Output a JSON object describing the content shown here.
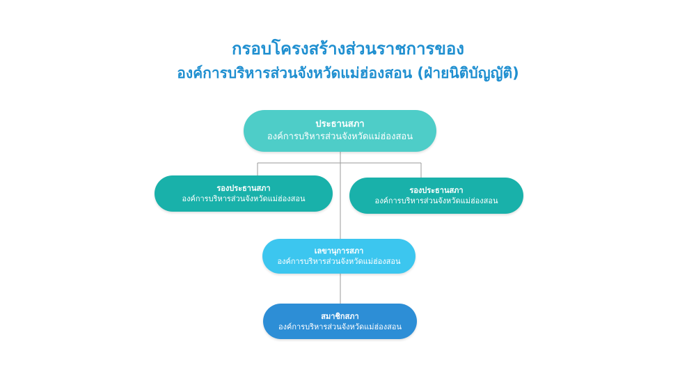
{
  "title": {
    "line1": "กรอบโครงสร้างส่วนราชการของ",
    "line2": "องค์การบริหารส่วนจังหวัดแม่ฮ่องสอน (ฝ่ายนิติบัญญัติ)"
  },
  "nodes": {
    "president": {
      "role": "ประธานสภา",
      "org": "องค์การบริหารส่วนจังหวัดแม่ฮ่องสอน"
    },
    "vice_left": {
      "role": "รองประธานสภา",
      "org": "องค์การบริหารส่วนจังหวัดแม่ฮ่องสอน"
    },
    "vice_right": {
      "role": "รองประธานสภา",
      "org": "องค์การบริหารส่วนจังหวัดแม่ฮ่องสอน"
    },
    "secretary": {
      "role": "เลขานุการสภา",
      "org": "องค์การบริหารส่วนจังหวัดแม่ฮ่องสอน"
    },
    "member": {
      "role": "สมาชิกสภา",
      "org": "องค์การบริหารส่วนจังหวัดแม่ฮ่องสอน"
    }
  },
  "colors": {
    "title": "#1f8fd0",
    "president": "#4ecdc8",
    "vice": "#19b1aa",
    "secretary": "#3cc6ef",
    "member": "#2d8ed6",
    "connector": "#9a9a9a"
  }
}
